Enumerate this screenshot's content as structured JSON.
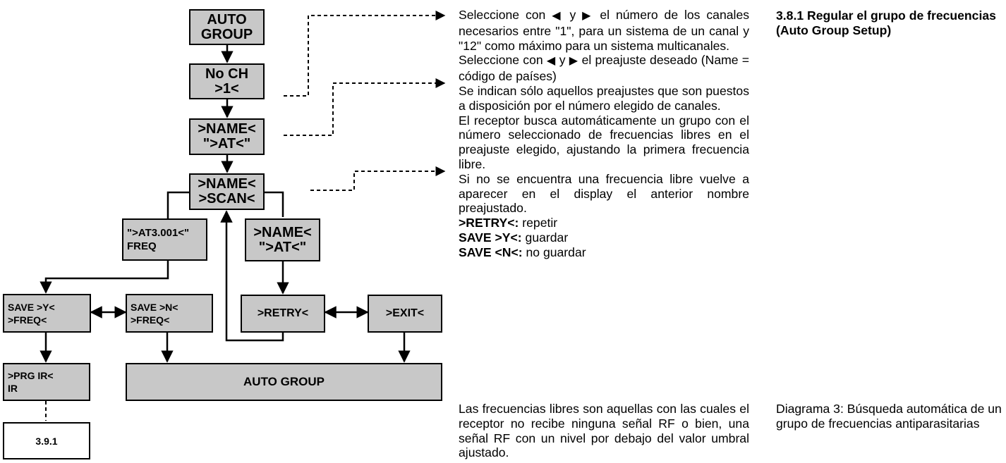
{
  "diagram": {
    "boxes": {
      "auto_group_top": [
        "AUTO",
        "GROUP"
      ],
      "no_ch": [
        "No CH",
        ">1<"
      ],
      "name_at": [
        ">NAME<",
        "\">AT<\""
      ],
      "name_scan": [
        ">NAME<",
        ">SCAN<"
      ],
      "at3_freq": [
        "\">AT3.001<\"",
        "FREQ"
      ],
      "name_at_2": [
        ">NAME<",
        "\">AT<\""
      ],
      "save_y": [
        "SAVE >Y<",
        ">FREQ<"
      ],
      "save_n": [
        "SAVE >N<",
        ">FREQ<"
      ],
      "retry": ">RETRY<",
      "exit": ">EXIT<",
      "prg_ir": [
        ">PRG IR<",
        "IR"
      ],
      "auto_group_bottom": "AUTO GROUP",
      "ref": "3.9.1"
    }
  },
  "text": {
    "para1": {
      "before": "Seleccione con",
      "mid": "y",
      "after": "el número de los canales necesarios entre \"1\", para un sistema de un canal y \"12\" como máximo para un sistema multicanales."
    },
    "para2": {
      "before": "Seleccione con",
      "mid": "y",
      "after": "el preajuste deseado (Name = código de países)"
    },
    "para3": "Se indican sólo aquellos preajustes que son puestos a disposición por el número elegido de canales.",
    "para4": "El receptor busca automáticamente un grupo con el número seleccionado de frecuencias libres en el preajuste elegido, ajustando la primera frecuencia libre.",
    "para5": "Si no se encuentra una frecuencia libre vuelve a aparecer en el display el anterior nombre preajustado.",
    "legend": [
      {
        "key": ">RETRY<:",
        "value": "repetir"
      },
      {
        "key": "SAVE >Y<:",
        "value": "guardar"
      },
      {
        "key": "SAVE <N<:",
        "value": "no guardar"
      }
    ],
    "para6": "Las frecuencias libres son aquellas con las cuales el receptor no recibe ninguna señal RF o bien, una señal RF con un nivel por debajo del valor umbral ajustado.",
    "heading": "3.8.1 Regular el grupo de frecuencias (Auto Group Setup)",
    "caption": "Diagrama 3: Búsqueda automática de un grupo de frecuencias antiparasitarias"
  },
  "glyphs": {
    "left": "◀",
    "right": "▶"
  }
}
